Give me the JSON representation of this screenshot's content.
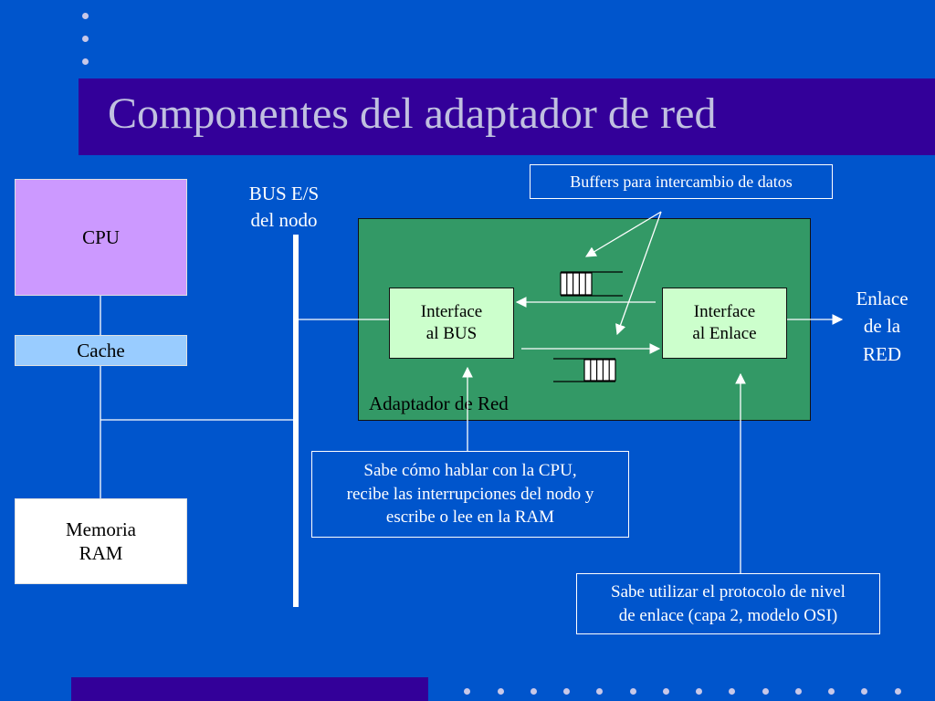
{
  "slide": {
    "title": "Componentes del adaptador de red"
  },
  "left": {
    "cpu_label": "CPU",
    "cache_label": "Cache",
    "memory_line1": "Memoria",
    "memory_line2": "RAM"
  },
  "bus": {
    "line1": "BUS E/S",
    "line2": "del nodo"
  },
  "adapter": {
    "label": "Adaptador de Red",
    "bus_iface_line1": "Interface",
    "bus_iface_line2": "al BUS",
    "link_iface_line1": "Interface",
    "link_iface_line2": "al Enlace"
  },
  "link": {
    "line1": "Enlace",
    "line2": "de la",
    "line3": "RED"
  },
  "notes": {
    "buffers": "Buffers para intercambio de datos",
    "cpu_line1": "Sabe cómo hablar con la CPU,",
    "cpu_line2": "recibe las interrupciones del nodo y",
    "cpu_line3": "escribe o lee en la RAM",
    "protocol_line1": "Sabe utilizar el protocolo de nivel",
    "protocol_line2": "de enlace (capa 2, modelo OSI)"
  },
  "colors": {
    "background": "#0055cc",
    "title_bar": "#330099",
    "cpu": "#cc99ff",
    "cache": "#99ccff",
    "memory": "#ffffff",
    "adapter": "#339966",
    "iface": "#ccffcc"
  }
}
